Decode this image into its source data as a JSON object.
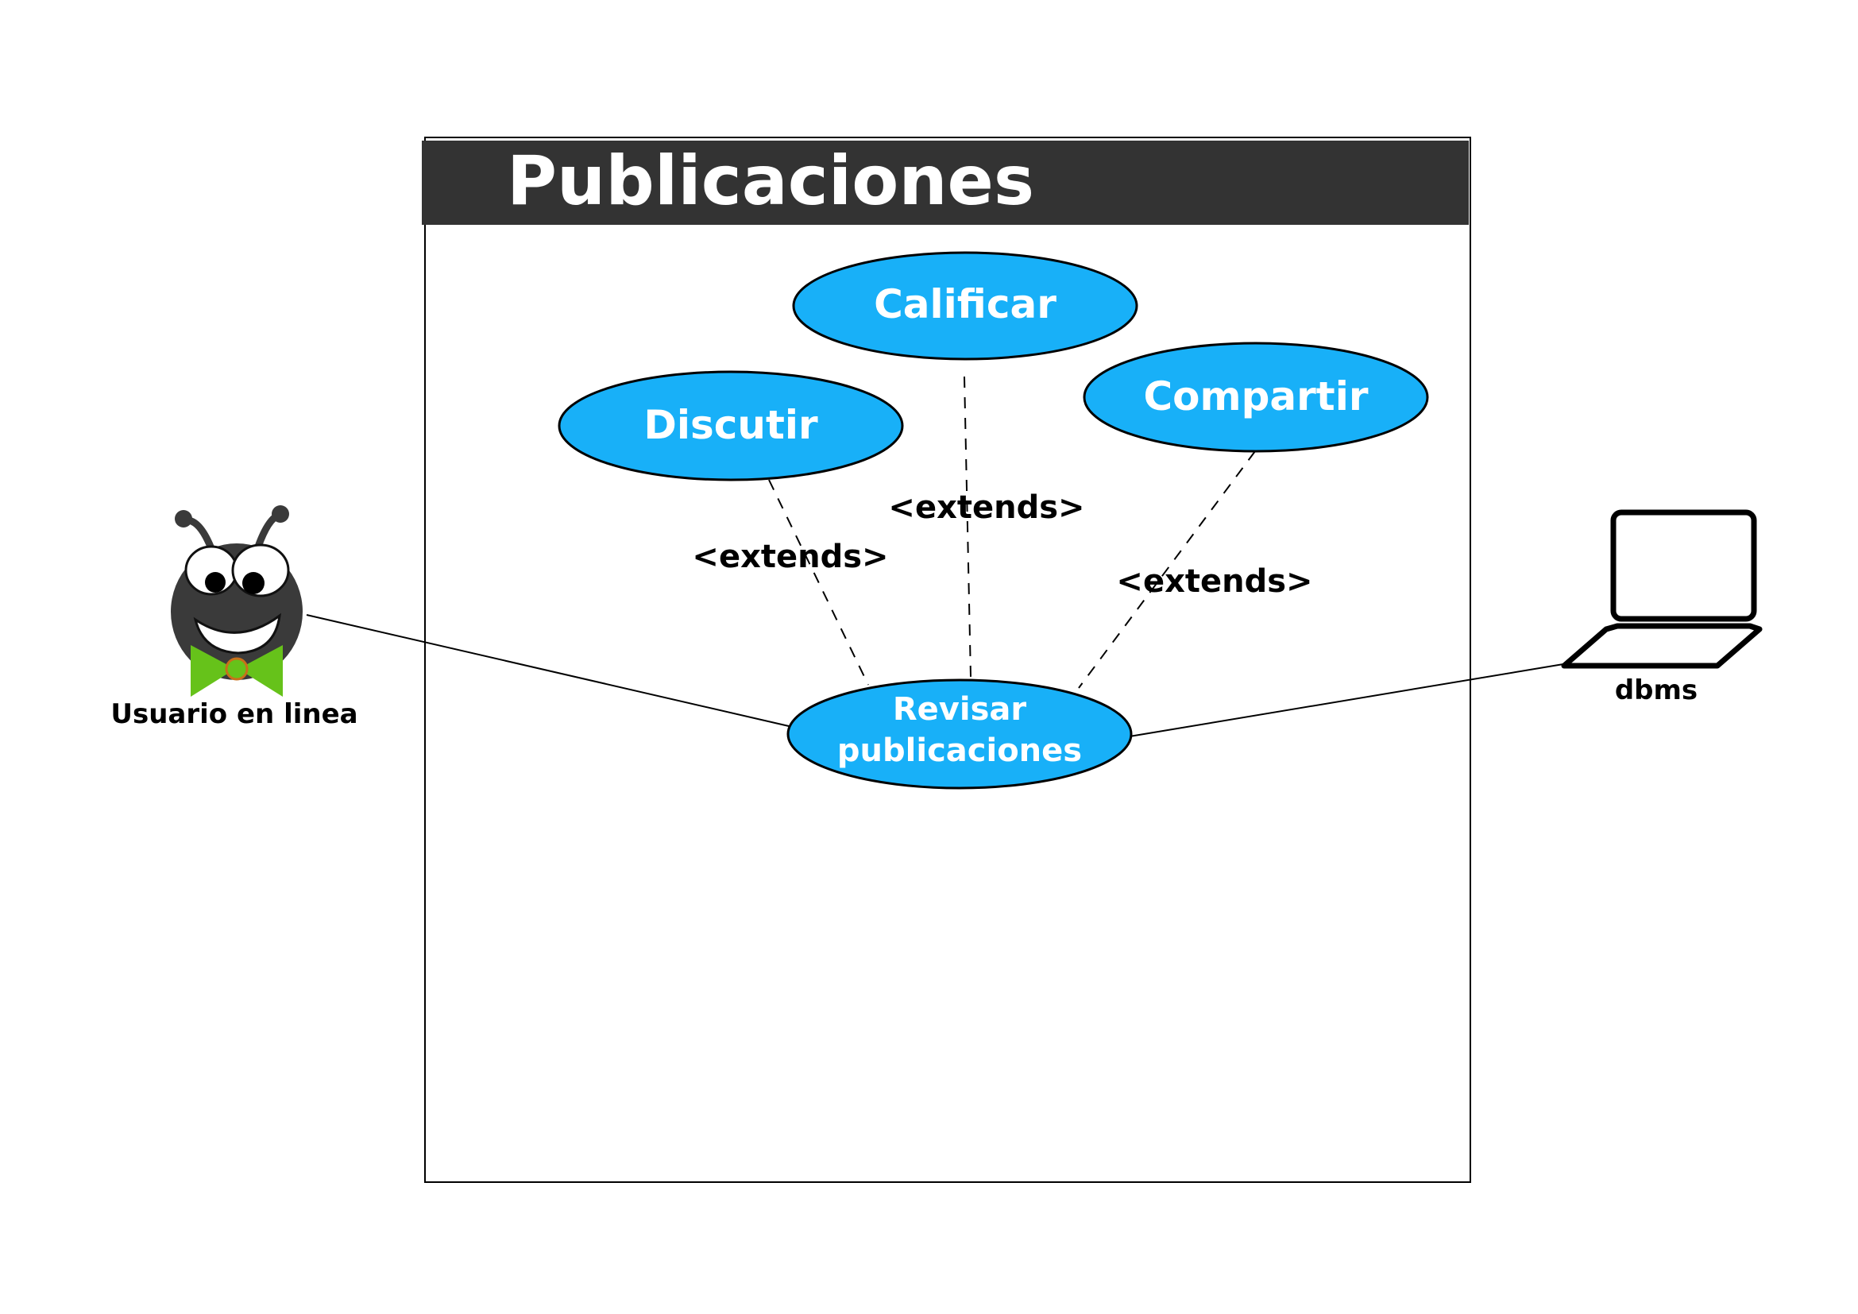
{
  "system": {
    "title": "Publicaciones"
  },
  "use_cases": {
    "calificar": "Calificar",
    "discutir": "Discutir",
    "compartir": "Compartir",
    "revisar_line1": "Revisar",
    "revisar_line2": "publicaciones"
  },
  "relations": {
    "extends_discutir": "<extends>",
    "extends_calificar": "<extends>",
    "extends_compartir": "<extends>"
  },
  "actors": {
    "user": "Usuario en linea",
    "system": "dbms"
  },
  "colors": {
    "title_bar": "#333333",
    "use_case_fill": "#18b0f8",
    "bow_tie": "#66c21a",
    "mascot_body": "#3a3a3a"
  },
  "icons": {
    "user_actor": "ant-mascot-icon",
    "system_actor": "laptop-icon"
  }
}
